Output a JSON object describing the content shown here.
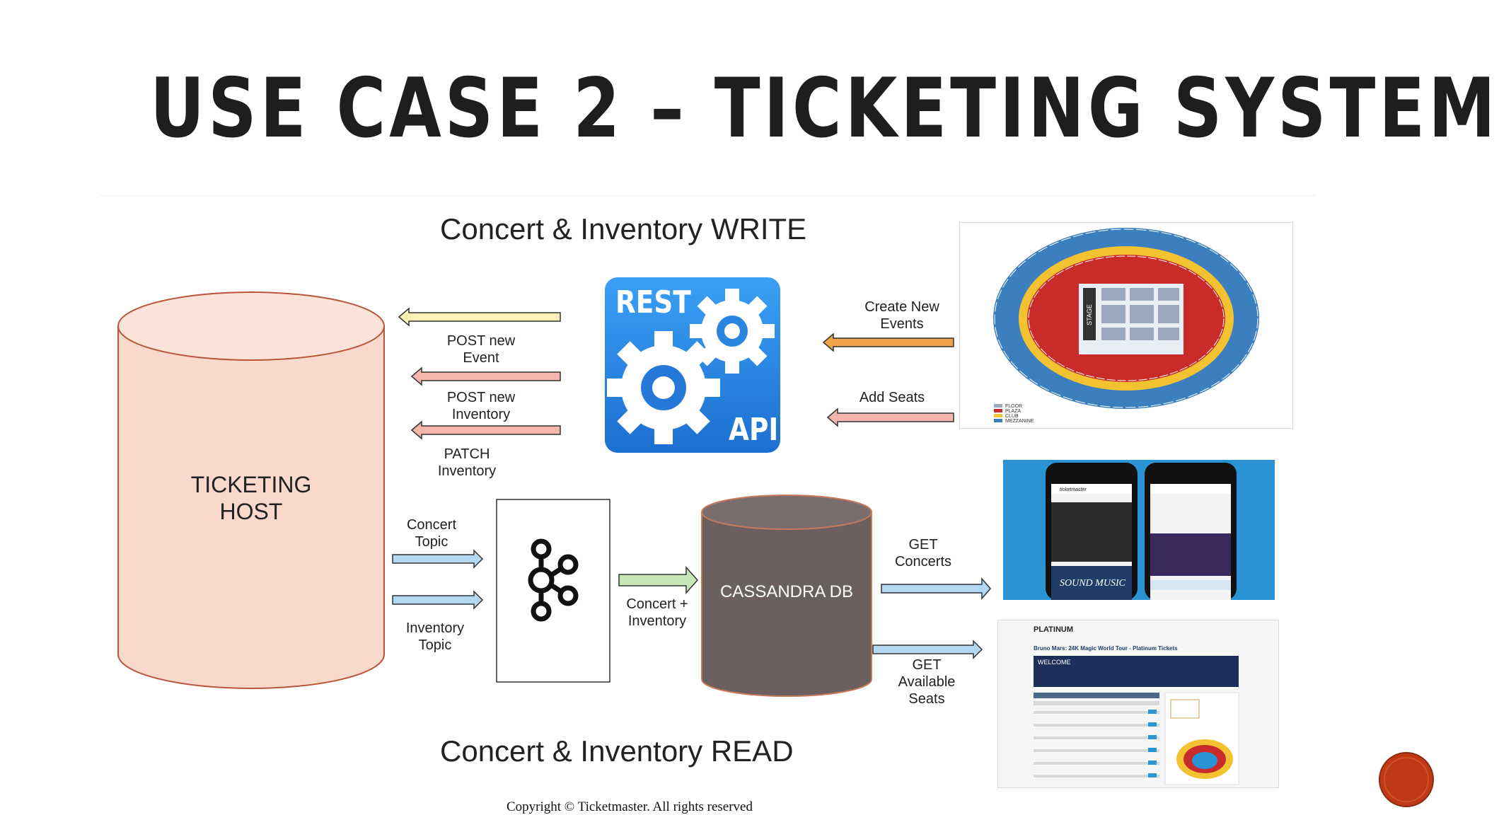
{
  "slide": {
    "title": "USE CASE 2 – TICKETING SYSTEM",
    "write_heading": "Concert & Inventory WRITE",
    "read_heading": "Concert & Inventory READ",
    "copyright": "Copyright © Ticketmaster. All rights reserved"
  },
  "diagram": {
    "ticketing_host": "TICKETING HOST",
    "cassandra": "CASSANDRA DB",
    "rest_label": "REST",
    "api_label": "API",
    "arrows": {
      "post_event": "POST new Event",
      "post_inventory": "POST new Inventory",
      "patch_inventory": "PATCH Inventory",
      "create_events": "Create New Events",
      "add_seats": "Add Seats",
      "concert_topic": "Concert Topic",
      "inventory_topic": "Inventory Topic",
      "concert_inventory": "Concert + Inventory",
      "get_concerts": "GET Concerts",
      "get_seats": "GET Available Seats"
    },
    "seat_map": {
      "stage": "STAGE",
      "legend": [
        "FLOOR",
        "PLAZA",
        "CLUB",
        "MEZZANINE"
      ],
      "colors": {
        "upper": "#3c7fbf",
        "lower": "#c92a2a",
        "club": "#f2c230",
        "floor": "#9aa9bd"
      }
    },
    "mobile_shot": {
      "brand": "ticketmaster",
      "text": "SOUND MUSIC"
    },
    "platinum_shot": {
      "brand": "PLATINUM",
      "heading": "Bruno Mars: 24K Magic World Tour - Platinum Tickets",
      "welcome": "WELCOME"
    }
  },
  "colors": {
    "host_fill": "#f9d9cc",
    "host_stroke": "#b8553a",
    "arrow_yellow": "#fdf1b8",
    "arrow_pink": "#f5b6ad",
    "arrow_orange": "#f0a24a",
    "arrow_blue": "#b3d9f2",
    "arrow_green": "#c7e6b5",
    "rest_blue": "#2f8ce6",
    "cassandra": "#6b5f5f"
  }
}
